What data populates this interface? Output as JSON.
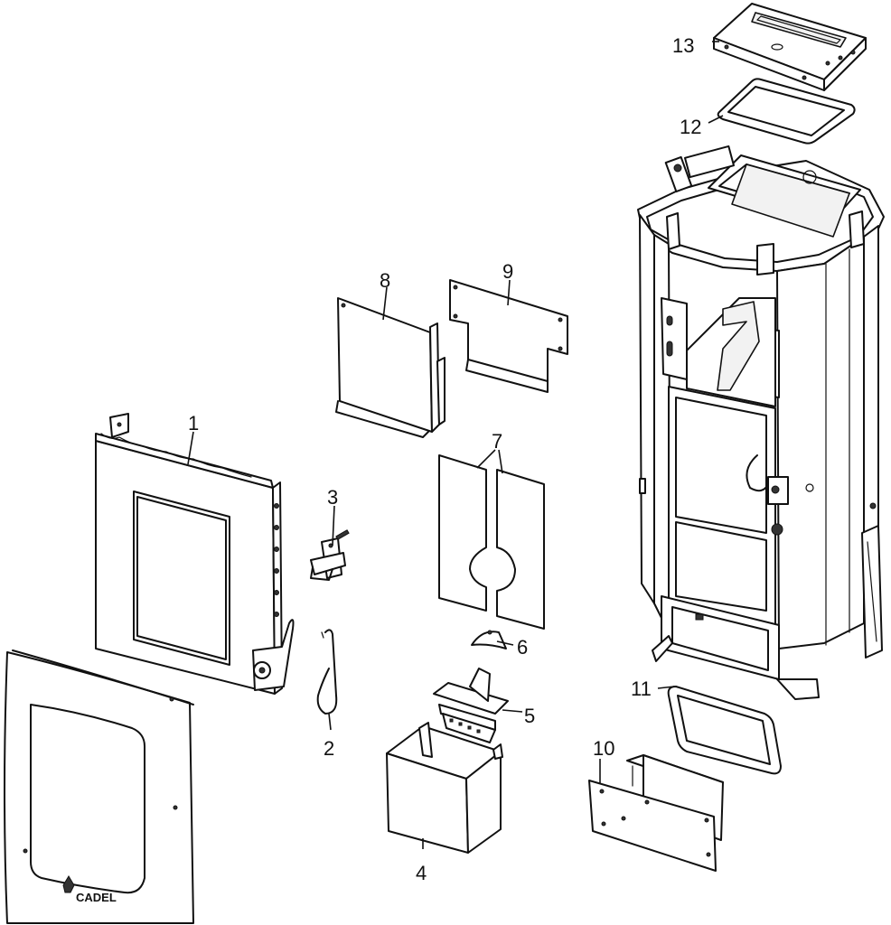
{
  "brand": {
    "logo_text": "CADEL"
  },
  "callouts": [
    {
      "id": "1",
      "label": "1"
    },
    {
      "id": "2",
      "label": "2"
    },
    {
      "id": "3",
      "label": "3"
    },
    {
      "id": "4",
      "label": "4"
    },
    {
      "id": "5",
      "label": "5"
    },
    {
      "id": "6",
      "label": "6"
    },
    {
      "id": "7",
      "label": "7"
    },
    {
      "id": "8",
      "label": "8"
    },
    {
      "id": "9",
      "label": "9"
    },
    {
      "id": "10",
      "label": "10"
    },
    {
      "id": "11",
      "label": "11"
    },
    {
      "id": "12",
      "label": "12"
    },
    {
      "id": "13",
      "label": "13"
    }
  ]
}
